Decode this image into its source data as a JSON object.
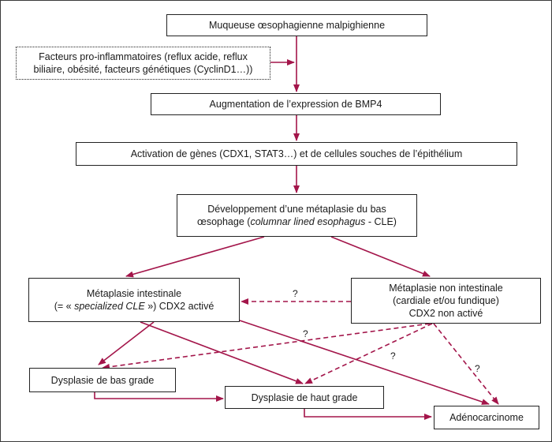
{
  "colors": {
    "arrow": "#a3154a",
    "border": "#222222"
  },
  "nodes": {
    "muqueuse": {
      "lines": [
        "Muqueuse œsophagienne malpighienne"
      ]
    },
    "facteurs": {
      "lines": [
        "Facteurs pro-inflammatoires (reflux acide, reflux",
        "biliaire, obésité, facteurs génétiques (CyclinD1…))"
      ]
    },
    "bmp4": {
      "lines": [
        "Augmentation de l’expression de BMP4"
      ]
    },
    "activation": {
      "lines": [
        "Activation de gènes (CDX1, STAT3…) et de cellules souches de l’épithélium"
      ]
    },
    "developpement": {
      "line1": "Développement d’une métaplasie du bas",
      "line2_pre": "œsophage (",
      "line2_italic": "columnar lined esophagus",
      "line2_post": " - CLE)"
    },
    "metaplasie_int": {
      "line1": "Métaplasie intestinale",
      "line2_pre": "(= « ",
      "line2_italic": "specialized CLE",
      "line2_post": " ») CDX2 activé"
    },
    "metaplasie_non": {
      "lines": [
        "Métaplasie non intestinale",
        "(cardiale et/ou fundique)",
        "CDX2 non activé"
      ]
    },
    "bas_grade": {
      "lines": [
        "Dysplasie de bas grade"
      ]
    },
    "haut_grade": {
      "lines": [
        "Dysplasie de haut grade"
      ]
    },
    "adeno": {
      "lines": [
        "Adénocarcinome"
      ]
    }
  },
  "question_labels": [
    "?",
    "?",
    "?",
    "?"
  ]
}
